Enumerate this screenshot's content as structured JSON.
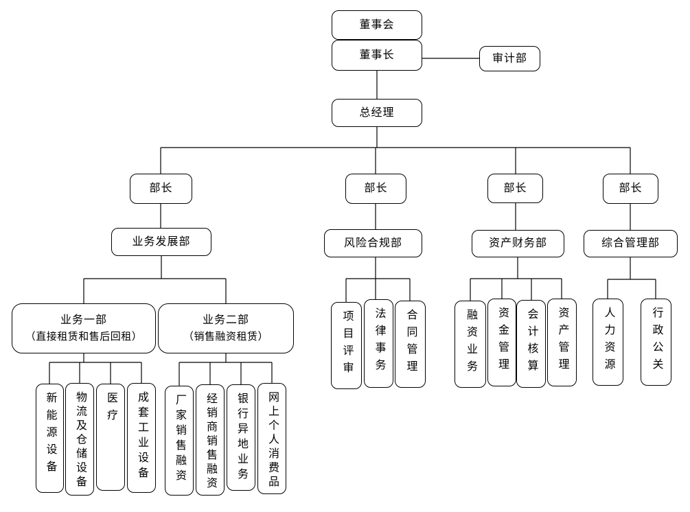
{
  "org_chart": {
    "board": {
      "label": "董事会"
    },
    "chairman": {
      "label": "董事长"
    },
    "audit_dept": {
      "label": "审计部"
    },
    "general_manager": {
      "label": "总经理"
    },
    "branches": [
      {
        "minister": {
          "label": "部长"
        },
        "department": {
          "label": "业务发展部"
        },
        "divisions": [
          {
            "label": "业务一部",
            "sublabel": "（直接租赁和售后回租）",
            "children": [
              {
                "label": "新能源设备"
              },
              {
                "label": "物流及仓储设备"
              },
              {
                "label": "医疗"
              },
              {
                "label": "成套工业设备"
              }
            ]
          },
          {
            "label": "业务二部",
            "sublabel": "（销售融资租赁）",
            "children": [
              {
                "label": "厂家销售融资"
              },
              {
                "label": "经销商销售融资"
              },
              {
                "label": "银行异地业务"
              },
              {
                "label": "网上个人消费品"
              }
            ]
          }
        ]
      },
      {
        "minister": {
          "label": "部长"
        },
        "department": {
          "label": "风险合规部",
          "spellcheck_marked_char": "规"
        },
        "children": [
          {
            "label": "项目评审"
          },
          {
            "label": "法律事务"
          },
          {
            "label": "合同管理"
          }
        ]
      },
      {
        "minister": {
          "label": "部长"
        },
        "department": {
          "label": "资产财务部"
        },
        "children": [
          {
            "label": "融资业务"
          },
          {
            "label": "资金管理"
          },
          {
            "label": "会计核算"
          },
          {
            "label": "资产管理"
          }
        ]
      },
      {
        "minister": {
          "label": "部长"
        },
        "department": {
          "label": "综合管理部"
        },
        "children": [
          {
            "label": "人力资源"
          },
          {
            "label": "行政公关"
          }
        ]
      }
    ],
    "colors": {
      "line": "#000000",
      "box_border": "#000000",
      "text": "#000000",
      "background": "#ffffff",
      "spellcheck_underline": "#e60000"
    }
  }
}
